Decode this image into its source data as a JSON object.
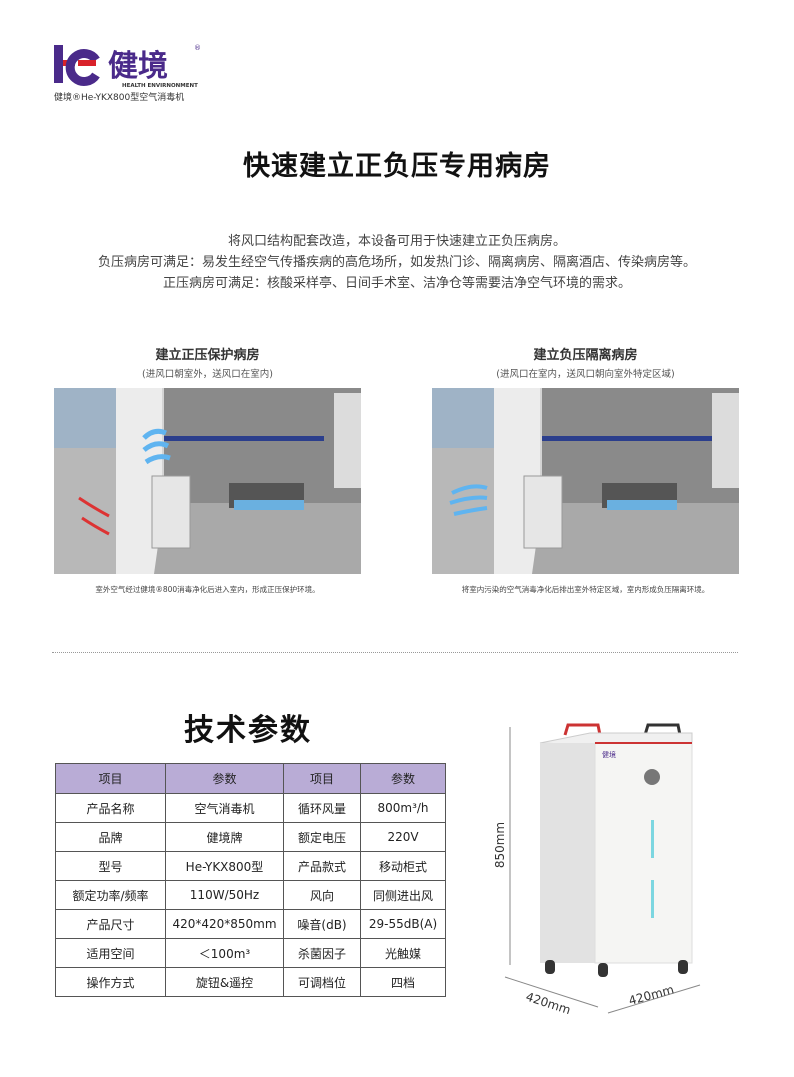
{
  "header": {
    "logo_text": "健境",
    "logo_en": "HEALTH ENVIRNONMENT",
    "product_line": "健境®He-YKX800型空气消毒机",
    "accent": "#4a2a8a",
    "brand_red": "#d9222a"
  },
  "title": "快速建立正负压专用病房",
  "intro": [
    "将风口结构配套改造，本设备可用于快速建立正负压病房。",
    "负压病房可满足：易发生经空气传播疾病的高危场所，如发热门诊、隔离病房、隔离酒店、传染病房等。",
    "正压病房可满足：核酸采样亭、日间手术室、洁净仓等需要洁净空气环境的需求。"
  ],
  "scenarios": [
    {
      "title": "建立正压保护病房",
      "subtitle": "(进风口朝室外，送风口在室内)",
      "caption": "室外空气经过健境®800消毒净化后进入室内，形成正压保护环境。"
    },
    {
      "title": "建立负压隔离病房",
      "subtitle": "(进风口在室内，送风口朝向室外特定区域)",
      "caption": "将室内污染的空气消毒净化后排出室外特定区域，室内形成负压隔离环境。"
    }
  ],
  "specs": {
    "title": "技术参数",
    "headers": [
      "项目",
      "参数",
      "项目",
      "参数"
    ],
    "rows": [
      [
        "产品名称",
        "空气消毒机",
        "循环风量",
        "800m³/h"
      ],
      [
        "品牌",
        "健境牌",
        "额定电压",
        "220V"
      ],
      [
        "型号",
        "He-YKX800型",
        "产品款式",
        "移动柜式"
      ],
      [
        "额定功率/频率",
        "110W/50Hz",
        "风向",
        "同侧进出风"
      ],
      [
        "产品尺寸",
        "420*420*850mm",
        "噪音(dB)",
        "29-55dB(A)"
      ],
      [
        "适用空间",
        "＜100m³",
        "杀菌因子",
        "光触媒"
      ],
      [
        "操作方式",
        "旋钮&遥控",
        "可调档位",
        "四档"
      ]
    ]
  },
  "product": {
    "height_label": "850mm",
    "depth_label": "420mm",
    "width_label": "420mm",
    "panel_logo": "健境"
  }
}
